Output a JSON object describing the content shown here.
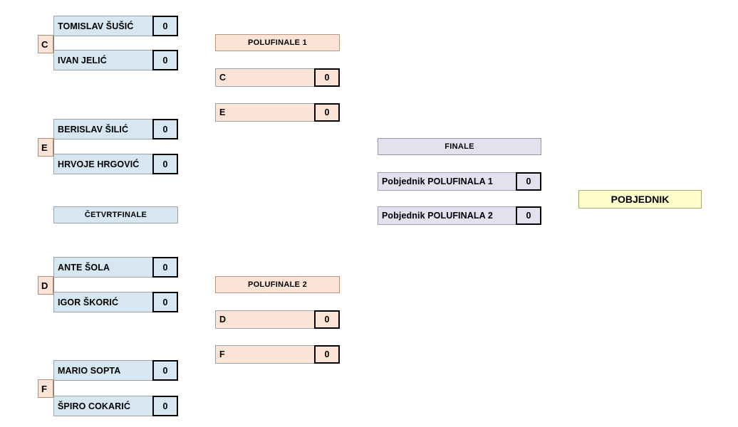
{
  "rounds": {
    "quarterfinal_banner": "ČETVRTFINALE",
    "semifinal_1_banner": "POLUFINALE 1",
    "semifinal_2_banner": "POLUFINALE 2",
    "final_banner": "FINALE",
    "winner_banner": "POBJEDNIK"
  },
  "quarterfinals": [
    {
      "group": "C",
      "players": [
        {
          "name": "TOMISLAV ŠUŠIĆ",
          "score": "0"
        },
        {
          "name": "IVAN JELIĆ",
          "score": "0"
        }
      ]
    },
    {
      "group": "E",
      "players": [
        {
          "name": "BERISLAV ŠILIĆ",
          "score": "0"
        },
        {
          "name": "HRVOJE HRGOVIĆ",
          "score": "0"
        }
      ]
    },
    {
      "group": "D",
      "players": [
        {
          "name": "ANTE ŠOLA",
          "score": "0"
        },
        {
          "name": "IGOR ŠKORIĆ",
          "score": "0"
        }
      ]
    },
    {
      "group": "F",
      "players": [
        {
          "name": "MARIO SOPTA",
          "score": "0"
        },
        {
          "name": "ŠPIRO COKARIĆ",
          "score": "0"
        }
      ]
    }
  ],
  "semifinals": [
    {
      "title": "POLUFINALE 1",
      "players": [
        {
          "name": "C",
          "score": "0"
        },
        {
          "name": "E",
          "score": "0"
        }
      ]
    },
    {
      "title": "POLUFINALE 2",
      "players": [
        {
          "name": "D",
          "score": "0"
        },
        {
          "name": "F",
          "score": "0"
        }
      ]
    }
  ],
  "final": {
    "title": "FINALE",
    "players": [
      {
        "name": "Pobjednik POLUFINALA 1",
        "score": "0"
      },
      {
        "name": "Pobjednik POLUFINALA 2",
        "score": "0"
      }
    ]
  },
  "winner": {
    "label": "POBJEDNIK"
  },
  "colors": {
    "quarterfinal_fill": "#d6e7f2",
    "semifinal_fill": "#fbe4d5",
    "final_fill": "#e4e0ee",
    "winner_fill": "#ffffcc",
    "marker_fill": "#fbe4d5",
    "score_border": "#000000",
    "cell_border": "#9aa3ab"
  }
}
